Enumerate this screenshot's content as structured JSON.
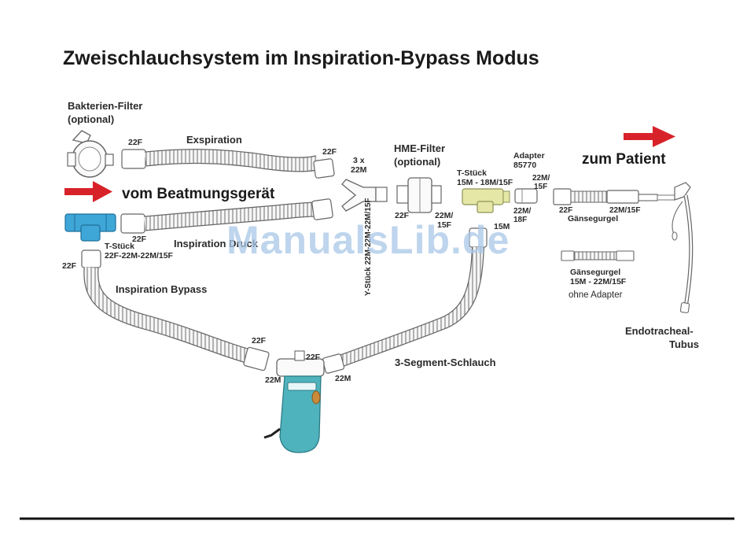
{
  "title": "Zweischlauchsystem im Inspiration-Bypass Modus",
  "labels": {
    "bakterien_filter": "Bakterien-Filter",
    "bakterien_optional": "(optional)",
    "exspiration": "Exspiration",
    "vom_beatmungsgeraet": "vom Beatmungsgerät",
    "inspiration": "Inspiration",
    "inspiration_tail": "Druck",
    "t_stueck_left": "T-Stück",
    "t_stueck_left_spec": "22F-22M-22M/15F",
    "inspiration_bypass": "Inspiration Bypass",
    "y_stueck_count": "3 x",
    "y_stueck_size": "22M",
    "y_stueck_vertical": "Y-Stück 22M-22M-22M/15F",
    "hme_filter": "HME-Filter",
    "hme_optional": "(optional)",
    "t_stueck_right": "T-Stück",
    "t_stueck_right_spec": "15M - 18M/15F",
    "adapter": "Adapter",
    "adapter_number": "85770",
    "zum_patient": "zum Patient",
    "gaensegurgel": "Gänsegurgel",
    "gaensegurgel_alt": "Gänsegurgel",
    "gaensegurgel_alt_spec": "15M - 22M/15F",
    "ohne_adapter": "ohne Adapter",
    "endotracheal": "Endotracheal-",
    "tubus": "Tubus",
    "segment_schlauch": "3-Segment-Schlauch",
    "watermark": "ManualsLib.de"
  },
  "sizes": {
    "f22_a": "22F",
    "f22_b": "22F",
    "f22_c": "22F",
    "f22_d": "22F",
    "f22_e": "22F",
    "f22_f": "22F",
    "f22_g": "22F",
    "f22_h": "22F",
    "m22_a": "22M/",
    "m22_a2": "15F",
    "m22_b": "22M/",
    "m22_b2": "18F",
    "m22_c": "22M/15F",
    "m22_d": "22M/",
    "m22_d2": "15F",
    "m22_e": "22M",
    "m22_f": "22M",
    "m15": "15M"
  },
  "colors": {
    "arrow": "#d8222a",
    "tube": "#f4f4f4",
    "tube_stroke": "#6a6a6a",
    "t_piece_blue": "#3fa6d8",
    "t_piece_yellow": "#e4e7a6",
    "device_teal": "#4fb3bd",
    "watermark": "#a9c8e8",
    "rule": "#111111"
  }
}
